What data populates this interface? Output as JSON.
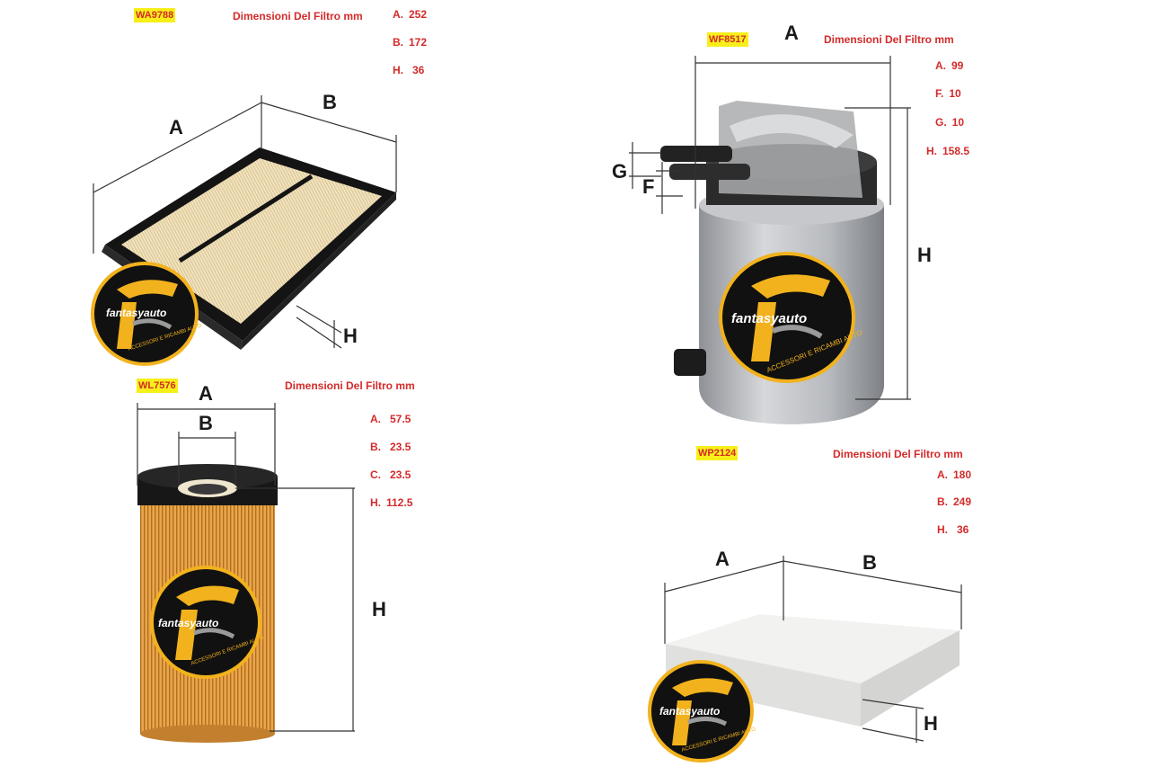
{
  "title_label": "Dimensioni Del Filtro mm",
  "brand": {
    "name": "fantasyauto",
    "tagline": "ACCESSORI E RICAMBI AUTO"
  },
  "colors": {
    "label_red": "#d42a2a",
    "code_yellow": "#f7ef1a",
    "logo_gold": "#f2b21d",
    "logo_black": "#111111"
  },
  "filters": [
    {
      "code": "WA9788",
      "dims": [
        {
          "k": "A.",
          "v": "252"
        },
        {
          "k": "B.",
          "v": "172"
        },
        {
          "k": "H.",
          "v": "36"
        }
      ],
      "letters": [
        "A",
        "B",
        "H"
      ]
    },
    {
      "code": "WF8517",
      "dims": [
        {
          "k": "A.",
          "v": "99"
        },
        {
          "k": "F.",
          "v": "10"
        },
        {
          "k": "G.",
          "v": "10"
        },
        {
          "k": "H.",
          "v": "158.5"
        }
      ],
      "letters": [
        "A",
        "G",
        "F",
        "H"
      ]
    },
    {
      "code": "WL7576",
      "dims": [
        {
          "k": "A.",
          "v": "57.5"
        },
        {
          "k": "B.",
          "v": "23.5"
        },
        {
          "k": "C.",
          "v": "23.5"
        },
        {
          "k": "H.",
          "v": "112.5"
        }
      ],
      "letters": [
        "A",
        "B",
        "H"
      ]
    },
    {
      "code": "WP2124",
      "dims": [
        {
          "k": "A.",
          "v": "180"
        },
        {
          "k": "B.",
          "v": "249"
        },
        {
          "k": "H.",
          "v": "36"
        }
      ],
      "letters": [
        "A",
        "B",
        "H"
      ]
    }
  ]
}
